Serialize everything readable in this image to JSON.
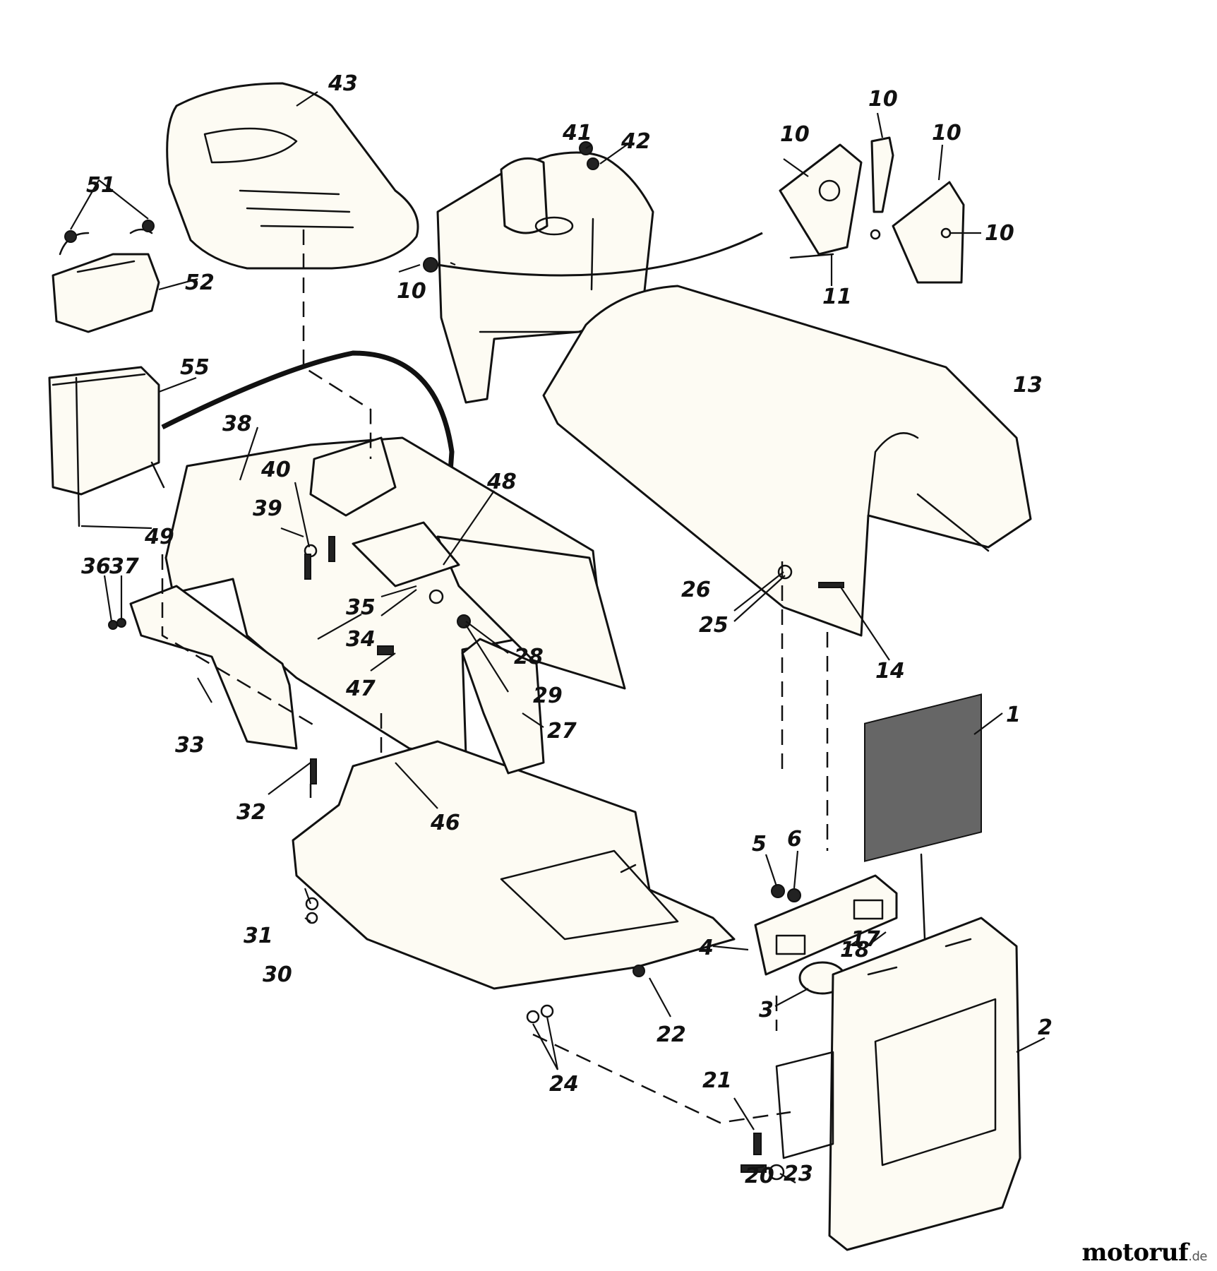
{
  "watermark": {
    "brand": "motoruf",
    "tld": ".de"
  },
  "callouts": [
    "1",
    "2",
    "3",
    "4",
    "5",
    "6",
    "10",
    "10",
    "10",
    "10",
    "10",
    "10",
    "11",
    "13",
    "14",
    "17",
    "18",
    "20",
    "21",
    "22",
    "23",
    "24",
    "25",
    "26",
    "27",
    "28",
    "29",
    "30",
    "31",
    "32",
    "33",
    "34",
    "35",
    "36",
    "37",
    "38",
    "39",
    "40",
    "41",
    "42",
    "43",
    "46",
    "47",
    "48",
    "49",
    "51",
    "52",
    "55"
  ]
}
